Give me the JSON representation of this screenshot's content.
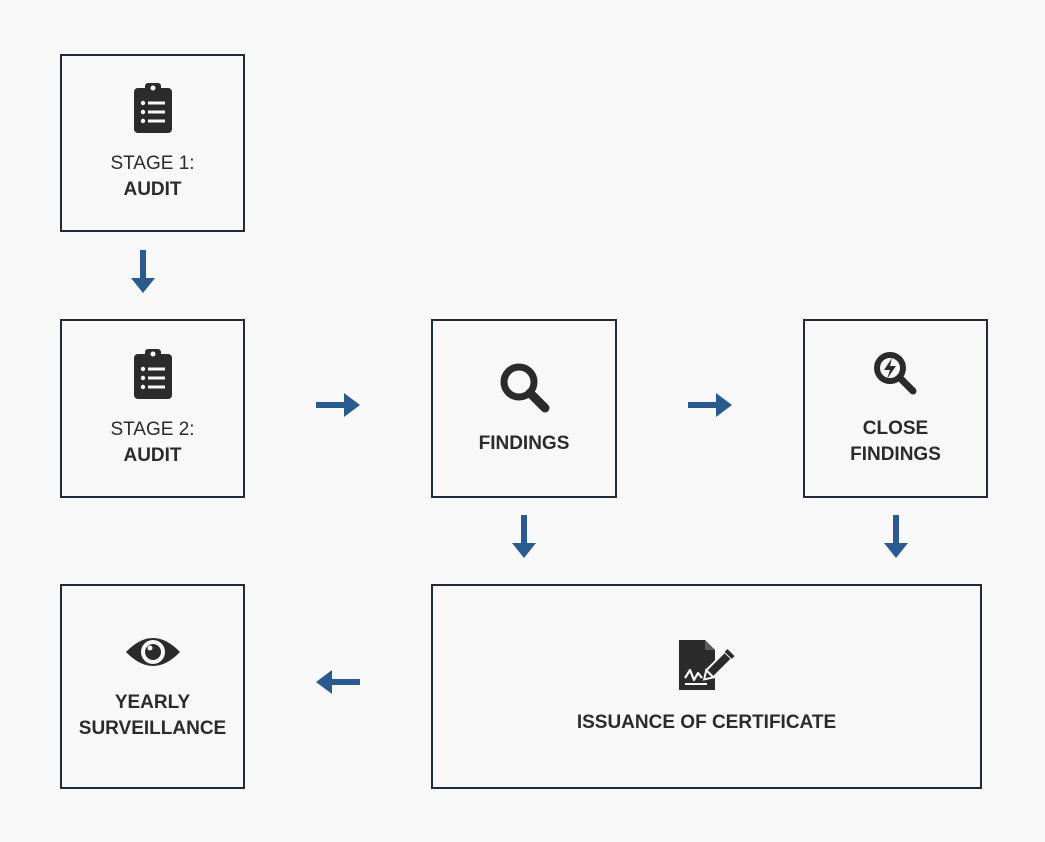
{
  "nodes": {
    "stage1": {
      "line1": "STAGE 1:",
      "line2": "AUDIT",
      "icon": "clipboard-list-icon"
    },
    "stage2": {
      "line1": "STAGE 2:",
      "line2": "AUDIT",
      "icon": "clipboard-list-icon"
    },
    "findings": {
      "line1": "FINDINGS",
      "icon": "magnifier-icon"
    },
    "close_findings": {
      "line1": "CLOSE",
      "line2": "FINDINGS",
      "icon": "search-bolt-icon"
    },
    "yearly": {
      "line1": "YEARLY",
      "line2": "SURVEILLANCE",
      "icon": "eye-icon"
    },
    "certificate": {
      "line1": "ISSUANCE OF CERTIFICATE",
      "icon": "signed-document-icon"
    }
  },
  "colors": {
    "arrow": "#2a5b8f",
    "border": "#1d2b3a",
    "icon": "#2b2b2b",
    "background": "#f8f8f9"
  }
}
